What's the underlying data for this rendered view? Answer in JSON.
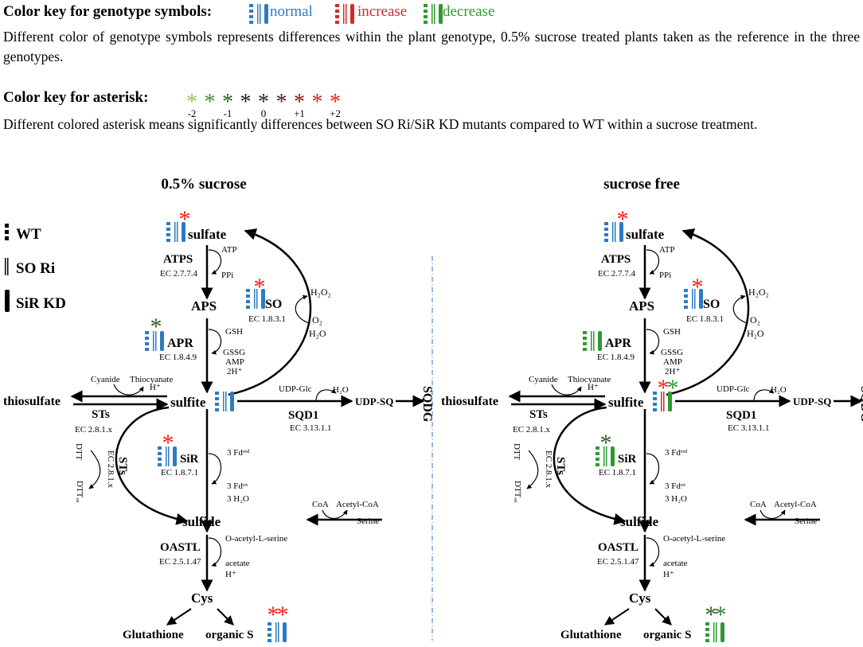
{
  "genotype_key": {
    "title": "Color key for genotype symbols:",
    "normal": "normal",
    "increase": "increase",
    "decrease": "decrease",
    "description": "Different color of genotype symbols represents differences within the plant genotype, 0.5% sucrose treated plants taken as the reference in the three genotypes."
  },
  "asterisk_key": {
    "title": "Color key for asterisk:",
    "scale": [
      {
        "label": "-2",
        "color": "#8fc25f"
      },
      {
        "label": "",
        "color": "#4a8a2c"
      },
      {
        "label": "-1",
        "color": "#2e5a22"
      },
      {
        "label": "",
        "color": "#1a1a1a"
      },
      {
        "label": "0",
        "color": "#222222"
      },
      {
        "label": "",
        "color": "#4a1a1a"
      },
      {
        "label": "+1",
        "color": "#7a1818"
      },
      {
        "label": "",
        "color": "#d42222"
      },
      {
        "label": "+2",
        "color": "#ff1a1a"
      }
    ],
    "description": "Different colored asterisk means significantly differences between SO Ri/SiR KD mutants compared to WT within a sucrose treatment."
  },
  "colors": {
    "normal": "#2b7bc4",
    "increase": "#d22a2a",
    "decrease": "#2e9a2e",
    "star_red": "#ff1a1a",
    "star_dkgreen": "#2e5a22",
    "divider": "#3a6fc2"
  },
  "genotypes": {
    "wt": "WT",
    "so_ri": "SO Ri",
    "sir_kd": "SiR KD"
  },
  "panels": {
    "left_title": "0.5% sucrose",
    "right_title": "sucrose free"
  },
  "pathway": {
    "sulfate": "sulfate",
    "atps": "ATPS",
    "atps_ec": "EC 2.7.7.4",
    "atp": "ATP",
    "ppi": "PPi",
    "aps": "APS",
    "so": "SO",
    "so_ec": "EC 1.8.3.1",
    "h2o2": "H₂O₂",
    "o2": "O₂",
    "h2o": "H₂O",
    "apr": "APR",
    "apr_ec": "EC 1.8.4.9",
    "gsh": "GSH",
    "gssg": "GSSG",
    "amp": "AMP",
    "twoh": "2H⁺",
    "cyanide": "Cyanide",
    "thiocyanate": "Thiocyanate",
    "hplus": "H⁺",
    "thiosulfate": "thiosulfate",
    "sts": "STs",
    "sts_ec": "EC 2.8.1.x",
    "sulfite": "sulfite",
    "udp_glc": "UDP-Glc",
    "udp_sq": "UDP-SQ",
    "sqd1": "SQD1",
    "sqd1_ec": "EC 3.13.1.1",
    "sqdg": "SQDG",
    "dtt": "DTT",
    "dtt_ox": "DTTₒₓ",
    "sir": "SiR",
    "sir_ec": "EC 1.8.7.1",
    "fd_red": "3 Fdʳᵉᵈ",
    "fd_ox": "3 Fdᵒˣ",
    "three_h2o": "3 H₂O",
    "sulfide": "sulfide",
    "coa": "CoA",
    "acetyl_coa": "Acetyl-CoA",
    "serine": "Serine",
    "oastl": "OASTL",
    "oastl_ec": "EC 2.5.1.47",
    "oas": "O-acetyl-L-serine",
    "acetate": "acetate",
    "cys": "Cys",
    "glutathione": "Glutathione",
    "organic_s": "organic S"
  }
}
